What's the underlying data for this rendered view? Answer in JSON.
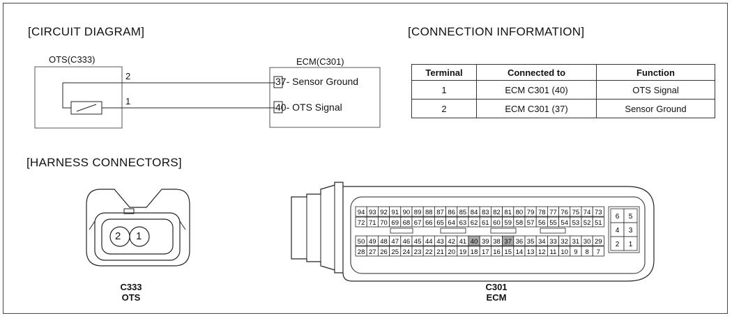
{
  "sections": {
    "circuit": "[CIRCUIT DIAGRAM]",
    "connection": "[CONNECTION INFORMATION]",
    "harness": "[HARNESS CONNECTORS]"
  },
  "circuit": {
    "ots_label": "OTS(C333)",
    "ecm_label": "ECM(C301)",
    "pin_top": "2",
    "pin_bottom": "1",
    "ecm_pins": [
      {
        "num": "37",
        "text": "- Sensor Ground"
      },
      {
        "num": "40",
        "text": "- OTS Signal"
      }
    ]
  },
  "connection_table": {
    "headers": [
      "Terminal",
      "Connected to",
      "Function"
    ],
    "rows": [
      [
        "1",
        "ECM C301 (40)",
        "OTS Signal"
      ],
      [
        "2",
        "ECM C301 (37)",
        "Sensor Ground"
      ]
    ]
  },
  "harness": {
    "ots": {
      "pins": [
        "2",
        "1"
      ],
      "caption_line1": "C333",
      "caption_line2": "OTS"
    },
    "ecm": {
      "caption_line1": "C301",
      "caption_line2": "ECM",
      "highlight_pins": [
        "40",
        "37"
      ],
      "rows": [
        [
          "94",
          "93",
          "92",
          "91",
          "90",
          "89",
          "88",
          "87",
          "86",
          "85",
          "84",
          "83",
          "82",
          "81",
          "80",
          "79",
          "78",
          "77",
          "76",
          "75",
          "74",
          "73"
        ],
        [
          "72",
          "71",
          "70",
          "69",
          "68",
          "67",
          "66",
          "65",
          "64",
          "63",
          "62",
          "61",
          "60",
          "59",
          "58",
          "57",
          "56",
          "55",
          "54",
          "53",
          "52",
          "51"
        ],
        [
          "50",
          "49",
          "48",
          "47",
          "46",
          "45",
          "44",
          "43",
          "42",
          "41",
          "40",
          "39",
          "38",
          "37",
          "36",
          "35",
          "34",
          "33",
          "32",
          "31",
          "30",
          "29"
        ],
        [
          "28",
          "27",
          "26",
          "25",
          "24",
          "23",
          "22",
          "21",
          "20",
          "19",
          "18",
          "17",
          "16",
          "15",
          "14",
          "13",
          "12",
          "11",
          "10",
          "9",
          "8",
          "7"
        ]
      ],
      "side_block": [
        [
          "6",
          "5"
        ],
        [
          "4",
          "3"
        ],
        [
          "2",
          "1"
        ]
      ]
    }
  }
}
